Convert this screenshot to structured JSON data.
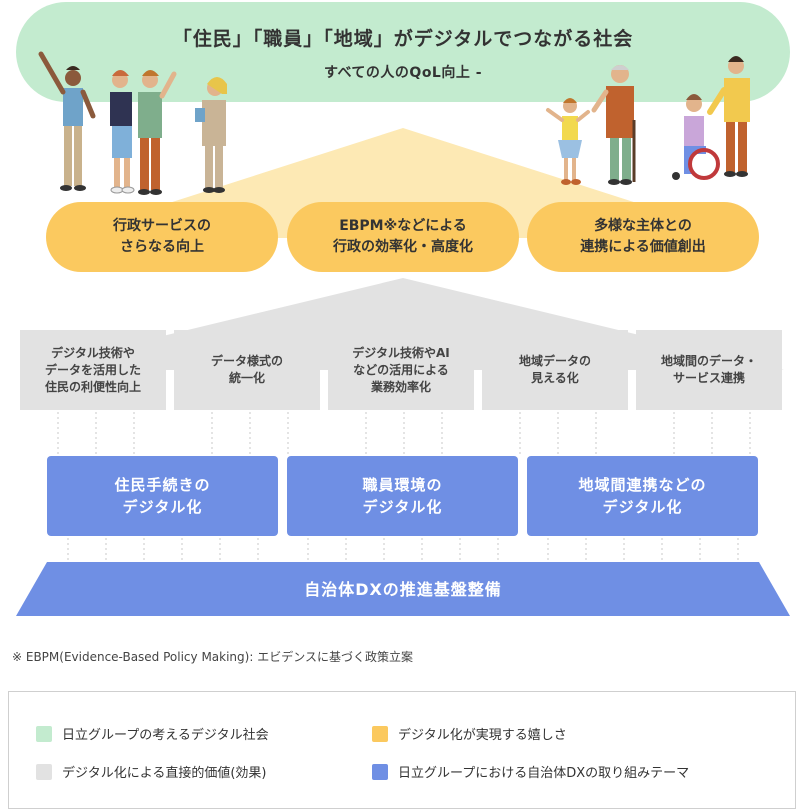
{
  "vision": {
    "title": "「住民」「職員」「地域」がデジタルでつながる社会",
    "subtitle": "すべての人のQoL向上 -"
  },
  "values": [
    {
      "label": "行政サービスの\nさらなる向上"
    },
    {
      "label": "EBPM※などによる\n行政の効率化・高度化"
    },
    {
      "label": "多様な主体との\n連携による価値創出"
    }
  ],
  "direct_values": [
    {
      "label": "デジタル技術や\nデータを活用した\n住民の利便性向上"
    },
    {
      "label": "データ様式の\n統一化"
    },
    {
      "label": "デジタル技術やAI\nなどの活用による\n業務効率化"
    },
    {
      "label": "地域データの\n見える化"
    },
    {
      "label": "地域間のデータ・\nサービス連携"
    }
  ],
  "themes": [
    {
      "label": "住民手続きの\nデジタル化"
    },
    {
      "label": "職員環境の\nデジタル化"
    },
    {
      "label": "地域間連携などの\nデジタル化"
    }
  ],
  "foundation": {
    "label": "自治体DXの推進基盤整備"
  },
  "footnote": "※ EBPM(Evidence-Based Policy Making): エビデンスに基づく政策立案",
  "legend": [
    {
      "label": "日立グループの考えるデジタル社会",
      "color": "#c3ebcf"
    },
    {
      "label": "デジタル化が実現する嬉しさ",
      "color": "#fbc95f"
    },
    {
      "label": "デジタル化による直接的価値(効果)",
      "color": "#e2e2e2"
    },
    {
      "label": "日立グループにおける自治体DXの取り組みテーマ",
      "color": "#6f8fe4"
    }
  ]
}
